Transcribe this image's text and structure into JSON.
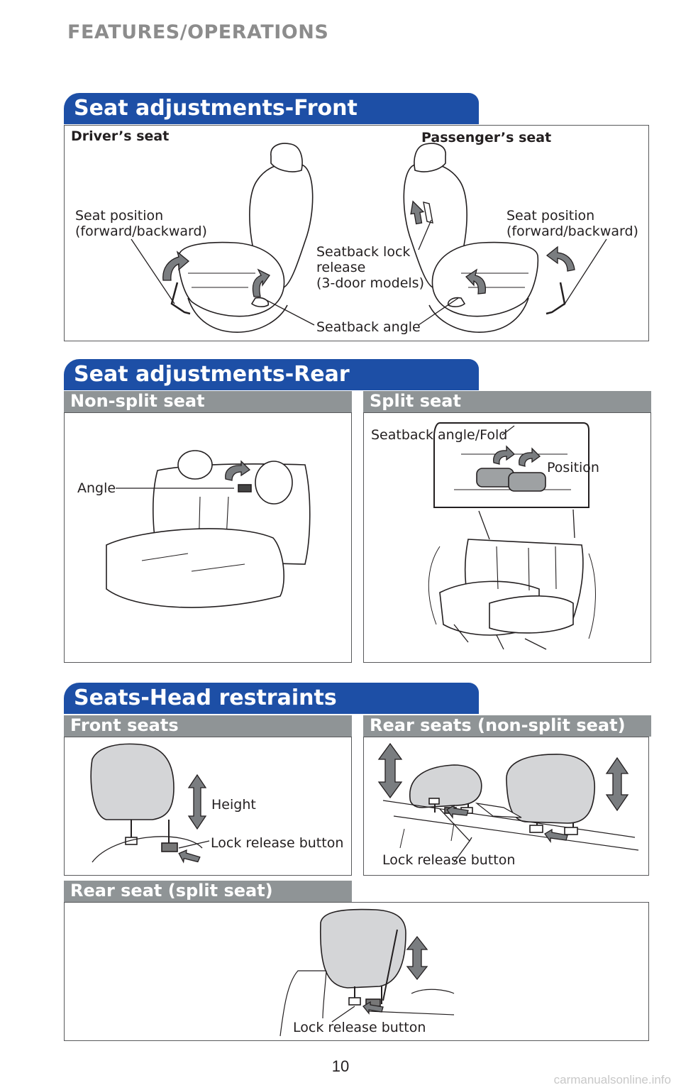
{
  "header": {
    "title": "FEATURES/OPERATIONS"
  },
  "front": {
    "banner": "Seat adjustments-Front",
    "driver_title": "Driver’s seat",
    "passenger_title": "Passenger’s seat",
    "driver_position_line1": "Seat position",
    "driver_position_line2": "(forward/backward)",
    "passenger_position_line1": "Seat position",
    "passenger_position_line2": "(forward/backward)",
    "seatback_lock_line1": "Seatback lock",
    "seatback_lock_line2": "release",
    "seatback_lock_line3": "(3-door models)",
    "seatback_angle": "Seatback angle"
  },
  "rear": {
    "banner": "Seat adjustments-Rear",
    "nonsplit_title": "Non-split seat",
    "split_title": "Split seat",
    "angle": "Angle",
    "seatback_angle_fold": "Seatback angle/Fold",
    "position": "Position"
  },
  "head": {
    "banner": "Seats-Head restraints",
    "front_title": "Front seats",
    "rear_nonsplit_title": "Rear seats (non-split seat)",
    "rear_split_title": "Rear seat (split seat)",
    "height": "Height",
    "lock_front": "Lock release button",
    "lock_rear": "Lock release button",
    "lock_split": "Lock release button"
  },
  "footer": {
    "page_number": "10",
    "watermark": "carmanualsonline.info"
  },
  "colors": {
    "banner_blue": "#1d4fa6",
    "subbar_gray": "#8f9496",
    "header_gray": "#8c8c8c",
    "arrow_gray": "#7a7d80"
  }
}
